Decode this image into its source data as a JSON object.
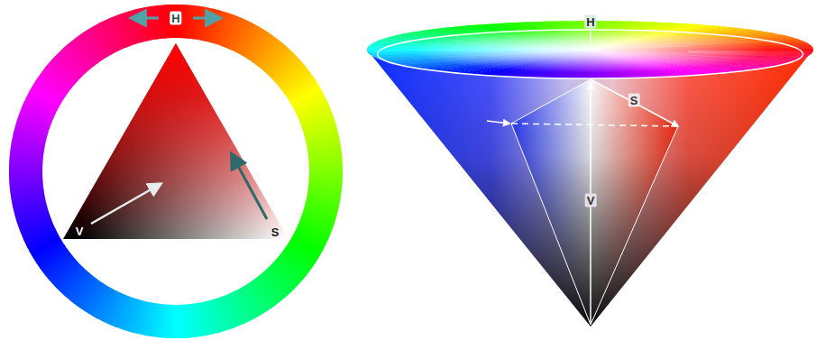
{
  "diagram": {
    "labels": [
      "H",
      "V",
      "S",
      "H",
      "S",
      "V"
    ]
  }
}
